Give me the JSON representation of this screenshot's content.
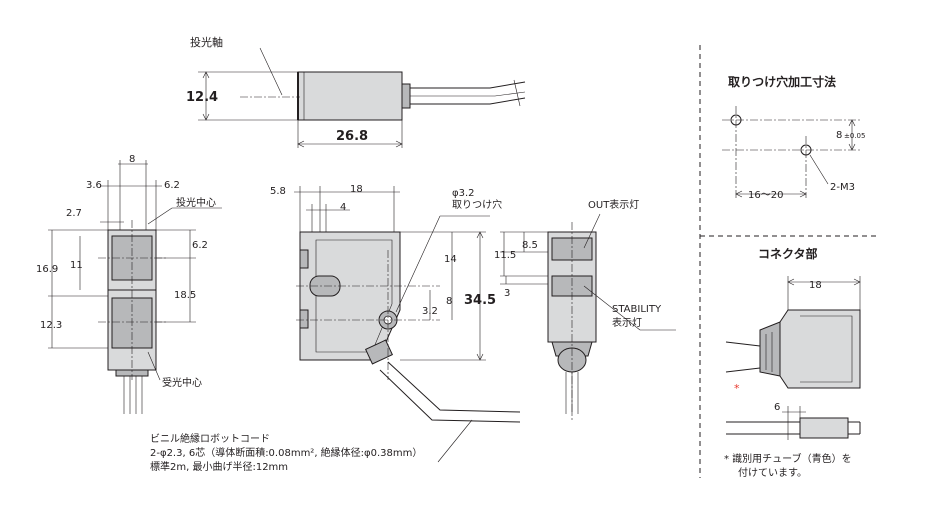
{
  "top_view": {
    "axis_label": "投光軸",
    "dim_height": "12.4",
    "dim_width": "26.8"
  },
  "front_view": {
    "dim_8": "8",
    "dim_3_6": "3.6",
    "dim_6_2_top": "6.2",
    "dim_2_7": "2.7",
    "label_emitter_center": "投光中心",
    "dim_6_2": "6.2",
    "dim_16_9": "16.9",
    "dim_11": "11",
    "dim_18_5": "18.5",
    "dim_12_3": "12.3",
    "label_receiver_center": "受光中心"
  },
  "side_view": {
    "dim_5_8": "5.8",
    "dim_18": "18",
    "dim_4": "4",
    "hole_label_1": "φ3.2",
    "hole_label_2": "取りつけ穴",
    "dim_14": "14",
    "dim_8": "8",
    "dim_3_2": "3.2",
    "dim_34_5": "34.5"
  },
  "rear_view": {
    "out_label": "OUT表示灯",
    "dim_8_5": "8.5",
    "dim_11_5": "11.5",
    "dim_3": "3",
    "stability_label_1": "STABILITY",
    "stability_label_2": "表示灯"
  },
  "cable_note": {
    "line1": "ビニル絶縁ロボットコード",
    "line2": "2-φ2.3, 6芯（導体断面積:0.08mm², 絶縁体径:φ0.38mm）",
    "line3": "標準2m, 最小曲げ半径:12mm"
  },
  "mounting_holes": {
    "title": "取りつけ穴加工寸法",
    "dim_8": "8",
    "dim_tol": "±0.05",
    "dim_16_20": "16〜20",
    "thread": "2-M3"
  },
  "connector": {
    "title": "コネクタ部",
    "dim_18": "18",
    "dim_6": "6",
    "asterisk": "*",
    "note_line1": "*  識別用チューブ（青色）を",
    "note_line2": "付けています。"
  }
}
